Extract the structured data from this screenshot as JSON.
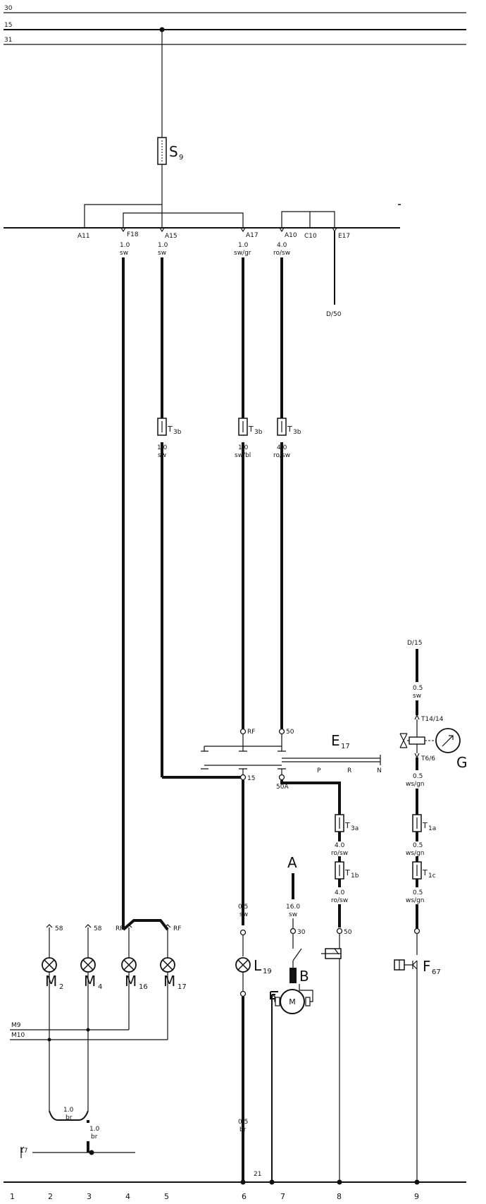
{
  "rails": {
    "r30": "30",
    "r15": "15",
    "r31": "31"
  },
  "fuse": {
    "label": "S",
    "sub": "9"
  },
  "fuse_terminals": {
    "a11": "A11",
    "f18": "F18",
    "a15": "A15",
    "a17": "A17",
    "a10": "A10",
    "c10": "C10",
    "e17": "E17",
    "d50": "D/50"
  },
  "wires_top": {
    "f18_size": "1.0",
    "f18_color": "sw",
    "a15_size": "1.0",
    "a15_color": "sw",
    "a17_size": "1.0",
    "a17_color": "sw/gr",
    "a10_size": "4.0",
    "a10_color": "ro/sw"
  },
  "connectors": {
    "t3b_label": "T",
    "t3b_sub": "3b",
    "t3a_label": "T",
    "t3a_sub": "3a",
    "t1b_label": "T",
    "t1b_sub": "1b",
    "t1a_label": "T",
    "t1a_sub": "1a",
    "t1c_label": "T",
    "t1c_sub": "1c"
  },
  "wires_mid": {
    "w5_size": "1.0",
    "w5_color": "sw",
    "w6_size": "1.0",
    "w6_color": "sw/bl",
    "w7_size": "4.0",
    "w7_color": "ro/sw"
  },
  "switch_e17": {
    "label": "E",
    "sub": "17",
    "rf": "RF",
    "t50": "50",
    "t15": "15",
    "t50a": "50A",
    "pos_p": "P",
    "pos_r": "R",
    "pos_n": "N"
  },
  "gauge_g": {
    "label": "G",
    "d15": "D/15",
    "w_in_size": "0.5",
    "w_in_color": "sw",
    "t14": "T14/14",
    "t6": "T6/6",
    "w_out1_size": "0.5",
    "w_out1_color": "ws/gn",
    "w_out2_size": "0.5",
    "w_out2_color": "ws/gn",
    "w_out3_size": "0.5",
    "w_out3_color": "ws/gn"
  },
  "sender_f67": {
    "label": "F",
    "sub": "67"
  },
  "battery_a": {
    "label": "A",
    "w_size": "16.0",
    "w_color": "sw",
    "t30": "30"
  },
  "starter": {
    "label_b": "B",
    "motor_symbol": "M",
    "t50": "50",
    "w1_size": "4.0",
    "w1_color": "ro/sw",
    "w2_size": "4.0",
    "w2_color": "ro/sw"
  },
  "lamps": {
    "m2": "M",
    "m2_sub": "2",
    "m4": "M",
    "m4_sub": "4",
    "m16": "M",
    "m16_sub": "16",
    "m17": "M",
    "m17_sub": "17",
    "l19": "L",
    "l19_sub": "19",
    "t58a": "58",
    "t58b": "58",
    "rf_left": "RF",
    "rf_right": "RF",
    "l19_w_size": "0.5",
    "l19_w_color": "sw",
    "l19_w2_size": "0.5",
    "l19_w2_color": "br"
  },
  "ground": {
    "m9": "M9",
    "m10": "M10",
    "w_size_a": "1.0",
    "w_color_a": "br",
    "w_size_b": "1.0",
    "w_color_b": "br",
    "point_17": "17",
    "point_21": "21"
  },
  "columns": [
    "1",
    "2",
    "3",
    "4",
    "5",
    "6",
    "7",
    "8",
    "9"
  ]
}
